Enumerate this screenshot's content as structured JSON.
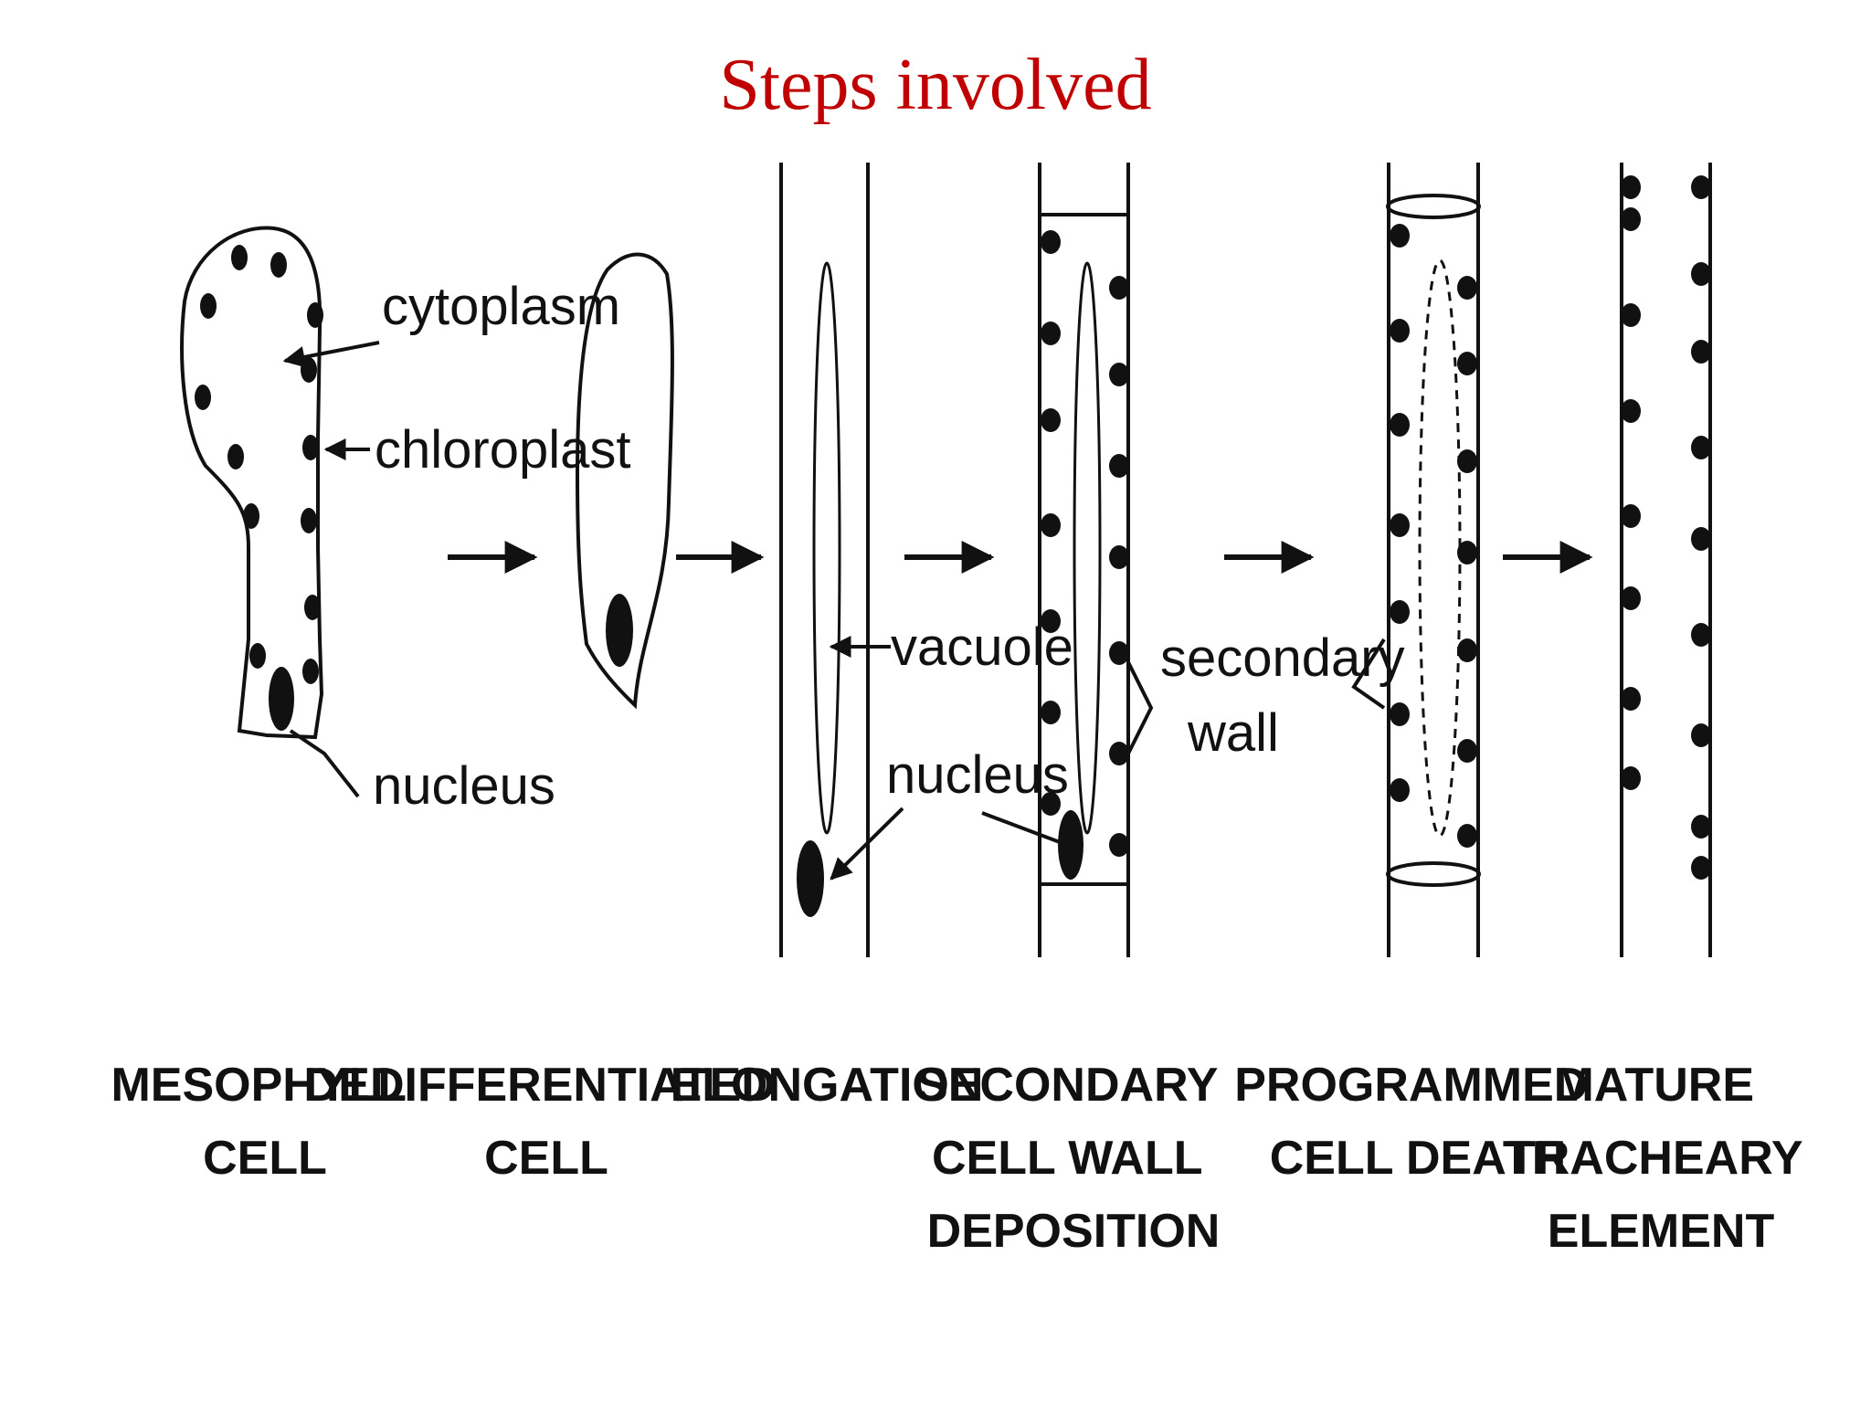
{
  "title": "Steps involved",
  "colors": {
    "title": "#c00000",
    "ink": "#111111",
    "background": "#ffffff"
  },
  "part_labels": {
    "cytoplasm": "cytoplasm",
    "chloroplast": "chloroplast",
    "nucleus": "nucleus",
    "vacuole": "vacuole",
    "nucleus2": "nucleus",
    "secondary": "secondary",
    "wall": "wall"
  },
  "stages": [
    {
      "lines": [
        "MESOPHYLL",
        "CELL"
      ]
    },
    {
      "lines": [
        "DEDIFFERENTIATED",
        "CELL"
      ]
    },
    {
      "lines": [
        "ELONGATION"
      ]
    },
    {
      "lines": [
        "SECONDARY",
        "CELL WALL",
        "DEPOSITION"
      ]
    },
    {
      "lines": [
        "PROGRAMMED",
        "CELL DEATH"
      ]
    },
    {
      "lines": [
        "MATURE",
        "TRACHEARY",
        "ELEMENT"
      ]
    }
  ]
}
